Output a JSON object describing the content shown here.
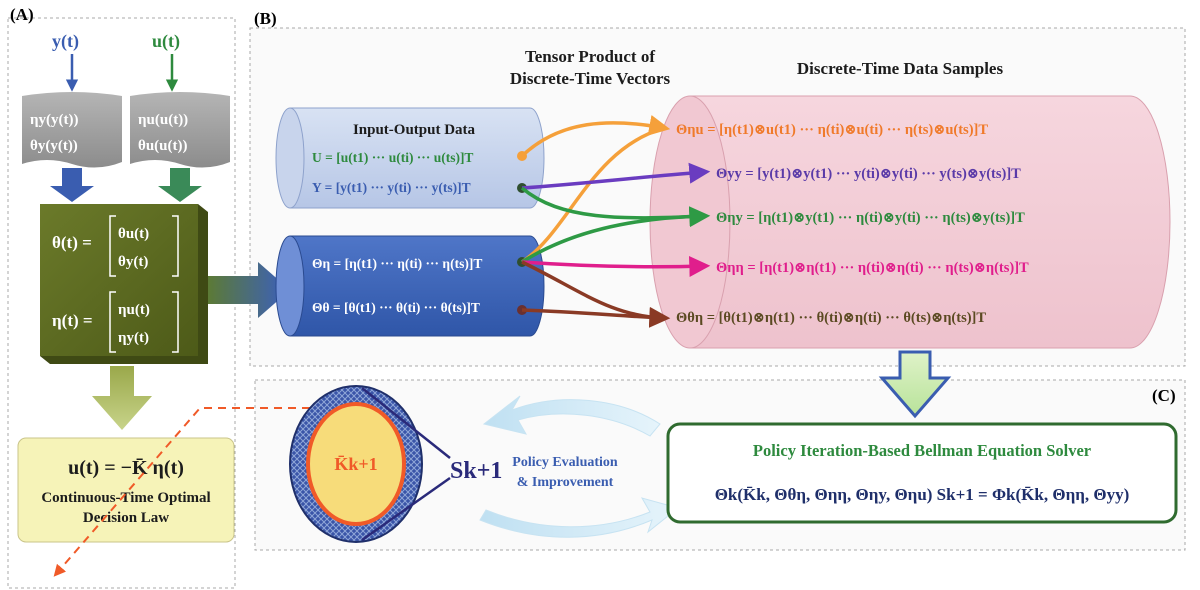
{
  "panels": {
    "a": "(A)",
    "b": "(B)",
    "c": "(C)"
  },
  "panel_a": {
    "y_input": "y(t)",
    "u_input": "u(t)",
    "y_filter_line1": "ηy(y(t))",
    "y_filter_line2": "θy(y(t))",
    "u_filter_line1": "ηu(u(t))",
    "u_filter_line2": "θu(u(t))",
    "theta_lhs": "θ(t) =",
    "theta_top": "θu(t)",
    "theta_bottom": "θy(t)",
    "eta_lhs": "η(t) =",
    "eta_top": "ηu(t)",
    "eta_bottom": "ηy(t)",
    "law_equation": "u(t) = −K̄ η(t)",
    "law_caption_1": "Continuous-Time Optimal",
    "law_caption_2": "Decision Law"
  },
  "panel_b": {
    "tensor_title_1": "Tensor Product of",
    "tensor_title_2": "Discrete-Time Vectors",
    "samples_title": "Discrete-Time Data Samples",
    "io_title": "Input-Output Data",
    "u_data": "U = [u(t1) ··· u(ti) ··· u(ts)]T",
    "y_data": "Y = [y(t1) ··· y(ti) ··· y(ts)]T",
    "theta_eta": "Θη = [η(t1) ··· η(ti) ··· η(ts)]T",
    "theta_theta": "Θθ = [θ(t1) ··· θ(ti) ··· θ(ts)]T",
    "samples": [
      "Θηu = [η(t1)⊗u(t1) ··· η(ti)⊗u(ti) ··· η(ts)⊗u(ts)]T",
      "Θyy = [y(t1)⊗y(t1) ··· y(ti)⊗y(ti) ··· y(ts)⊗y(ts)]T",
      "Θηy = [η(t1)⊗y(t1) ··· η(ti)⊗y(ti) ··· η(ts)⊗y(ts)]T",
      "Θηη = [η(t1)⊗η(t1) ··· η(ti)⊗η(ti) ··· η(ts)⊗η(ts)]T",
      "Θθη = [θ(t1)⊗η(t1) ··· θ(ti)⊗η(ti) ··· θ(ts)⊗η(ts)]T"
    ]
  },
  "panel_c": {
    "gain": "K̄k+1",
    "s_symbol": "Sk+1",
    "policy_1": "Policy Evaluation",
    "policy_2": "& Improvement",
    "solver_title": "Policy Iteration-Based Bellman Equation Solver",
    "solver_equation": "Θk(K̄k, Θθη, Θηη, Θηy, Θηu) Sk+1 = Φk(K̄k, Θηη, Θyy)"
  },
  "colors": {
    "olive": "#5d6b22",
    "gray_filter": "#9a9a9a",
    "blue_dark": "#3a5db0",
    "green": "#2e8a3e",
    "orange": "#f07a2a",
    "purple": "#5a3aa8",
    "magenta": "#e01e8c",
    "brown": "#8a3a25",
    "pink_bg": "#f3cfd8",
    "solver_green": "#2f6b2f",
    "law_yellow": "#f6f3b8"
  }
}
